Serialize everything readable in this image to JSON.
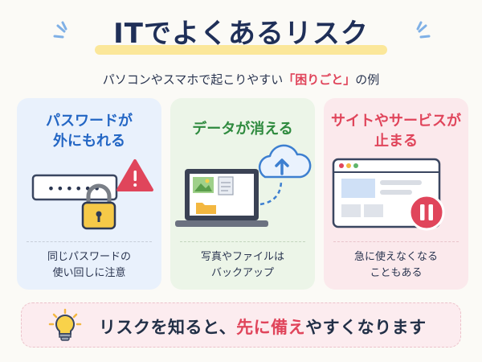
{
  "title": "ITでよくあるリスク",
  "subtitle": {
    "before": "パソコンやスマホで起こりやすい",
    "highlight": "「困りごと」",
    "after": "の例"
  },
  "cards": [
    {
      "title_line1": "パスワードが",
      "title_line2": "外にもれる",
      "password_mask": "••••••",
      "desc_line1": "同じパスワードの",
      "desc_line2": "使い回しに注意"
    },
    {
      "title_line1": "データが消える",
      "desc_line1": "写真やファイルは",
      "desc_line2": "バックアップ"
    },
    {
      "title_line1": "サイトやサービスが",
      "title_line2": "止まる",
      "desc_line1": "急に使えなくなる",
      "desc_line2": "こともある"
    }
  ],
  "banner": {
    "before": "リスクを知ると、",
    "highlight": "先に備え",
    "after": "やすくなります"
  },
  "colors": {
    "title": "#1f2f58",
    "accent_red": "#e0455b",
    "accent_blue": "#2366c4",
    "accent_green": "#2e8a3e",
    "highlight_yellow": "#fbe79a"
  },
  "icons": [
    "sparkle-icon",
    "lock-icon",
    "warning-icon",
    "laptop-icon",
    "cloud-upload-icon",
    "browser-window-icon",
    "pause-icon",
    "lightbulb-icon"
  ]
}
